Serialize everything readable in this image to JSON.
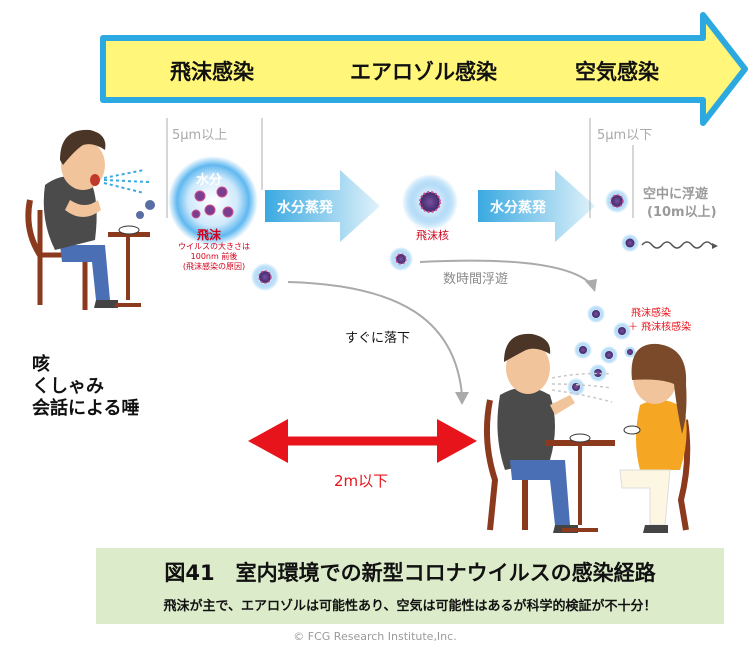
{
  "top_arrow": {
    "labels": [
      "飛沫感染",
      "エアロゾル感染",
      "空気感染"
    ],
    "fill": "#fff67a",
    "stroke": "#2da9e1"
  },
  "size_labels": {
    "large": "5μm以上",
    "small": "5μm以下"
  },
  "droplet": {
    "water": "水分",
    "name": "飛沫",
    "note_line1": "ウイルスの大きさは",
    "note_line2": "100nm 前後",
    "note_line3": "(飛沫感染の原因)"
  },
  "evaporation_label": "水分蒸発",
  "nucleus_label": "飛沫核",
  "airborne": {
    "line1": "空中に浮遊",
    "line2": "(10m以上)"
  },
  "hours_floating": "数時間浮遊",
  "falls_immediately": "すぐに落下",
  "infection_types": {
    "line1": "飛沫感染",
    "line2": "＋ 飛沫核感染"
  },
  "causes": [
    "咳",
    "くしゃみ",
    "会話による唾"
  ],
  "distance_label": "2m以下",
  "caption": {
    "title": "図41　室内環境での新型コロナウイルスの感染経路",
    "subtitle": "飛沫が主で、エアロゾルは可能性あり、空気は可能性はあるが科学的検証が不十分！",
    "background": "#dcebc9"
  },
  "copyright": "© FCG Research Institute,Inc.",
  "colors": {
    "red": "#e8141b",
    "blue_arrow": "#39a9e1",
    "glow": "#5fb8f0"
  }
}
